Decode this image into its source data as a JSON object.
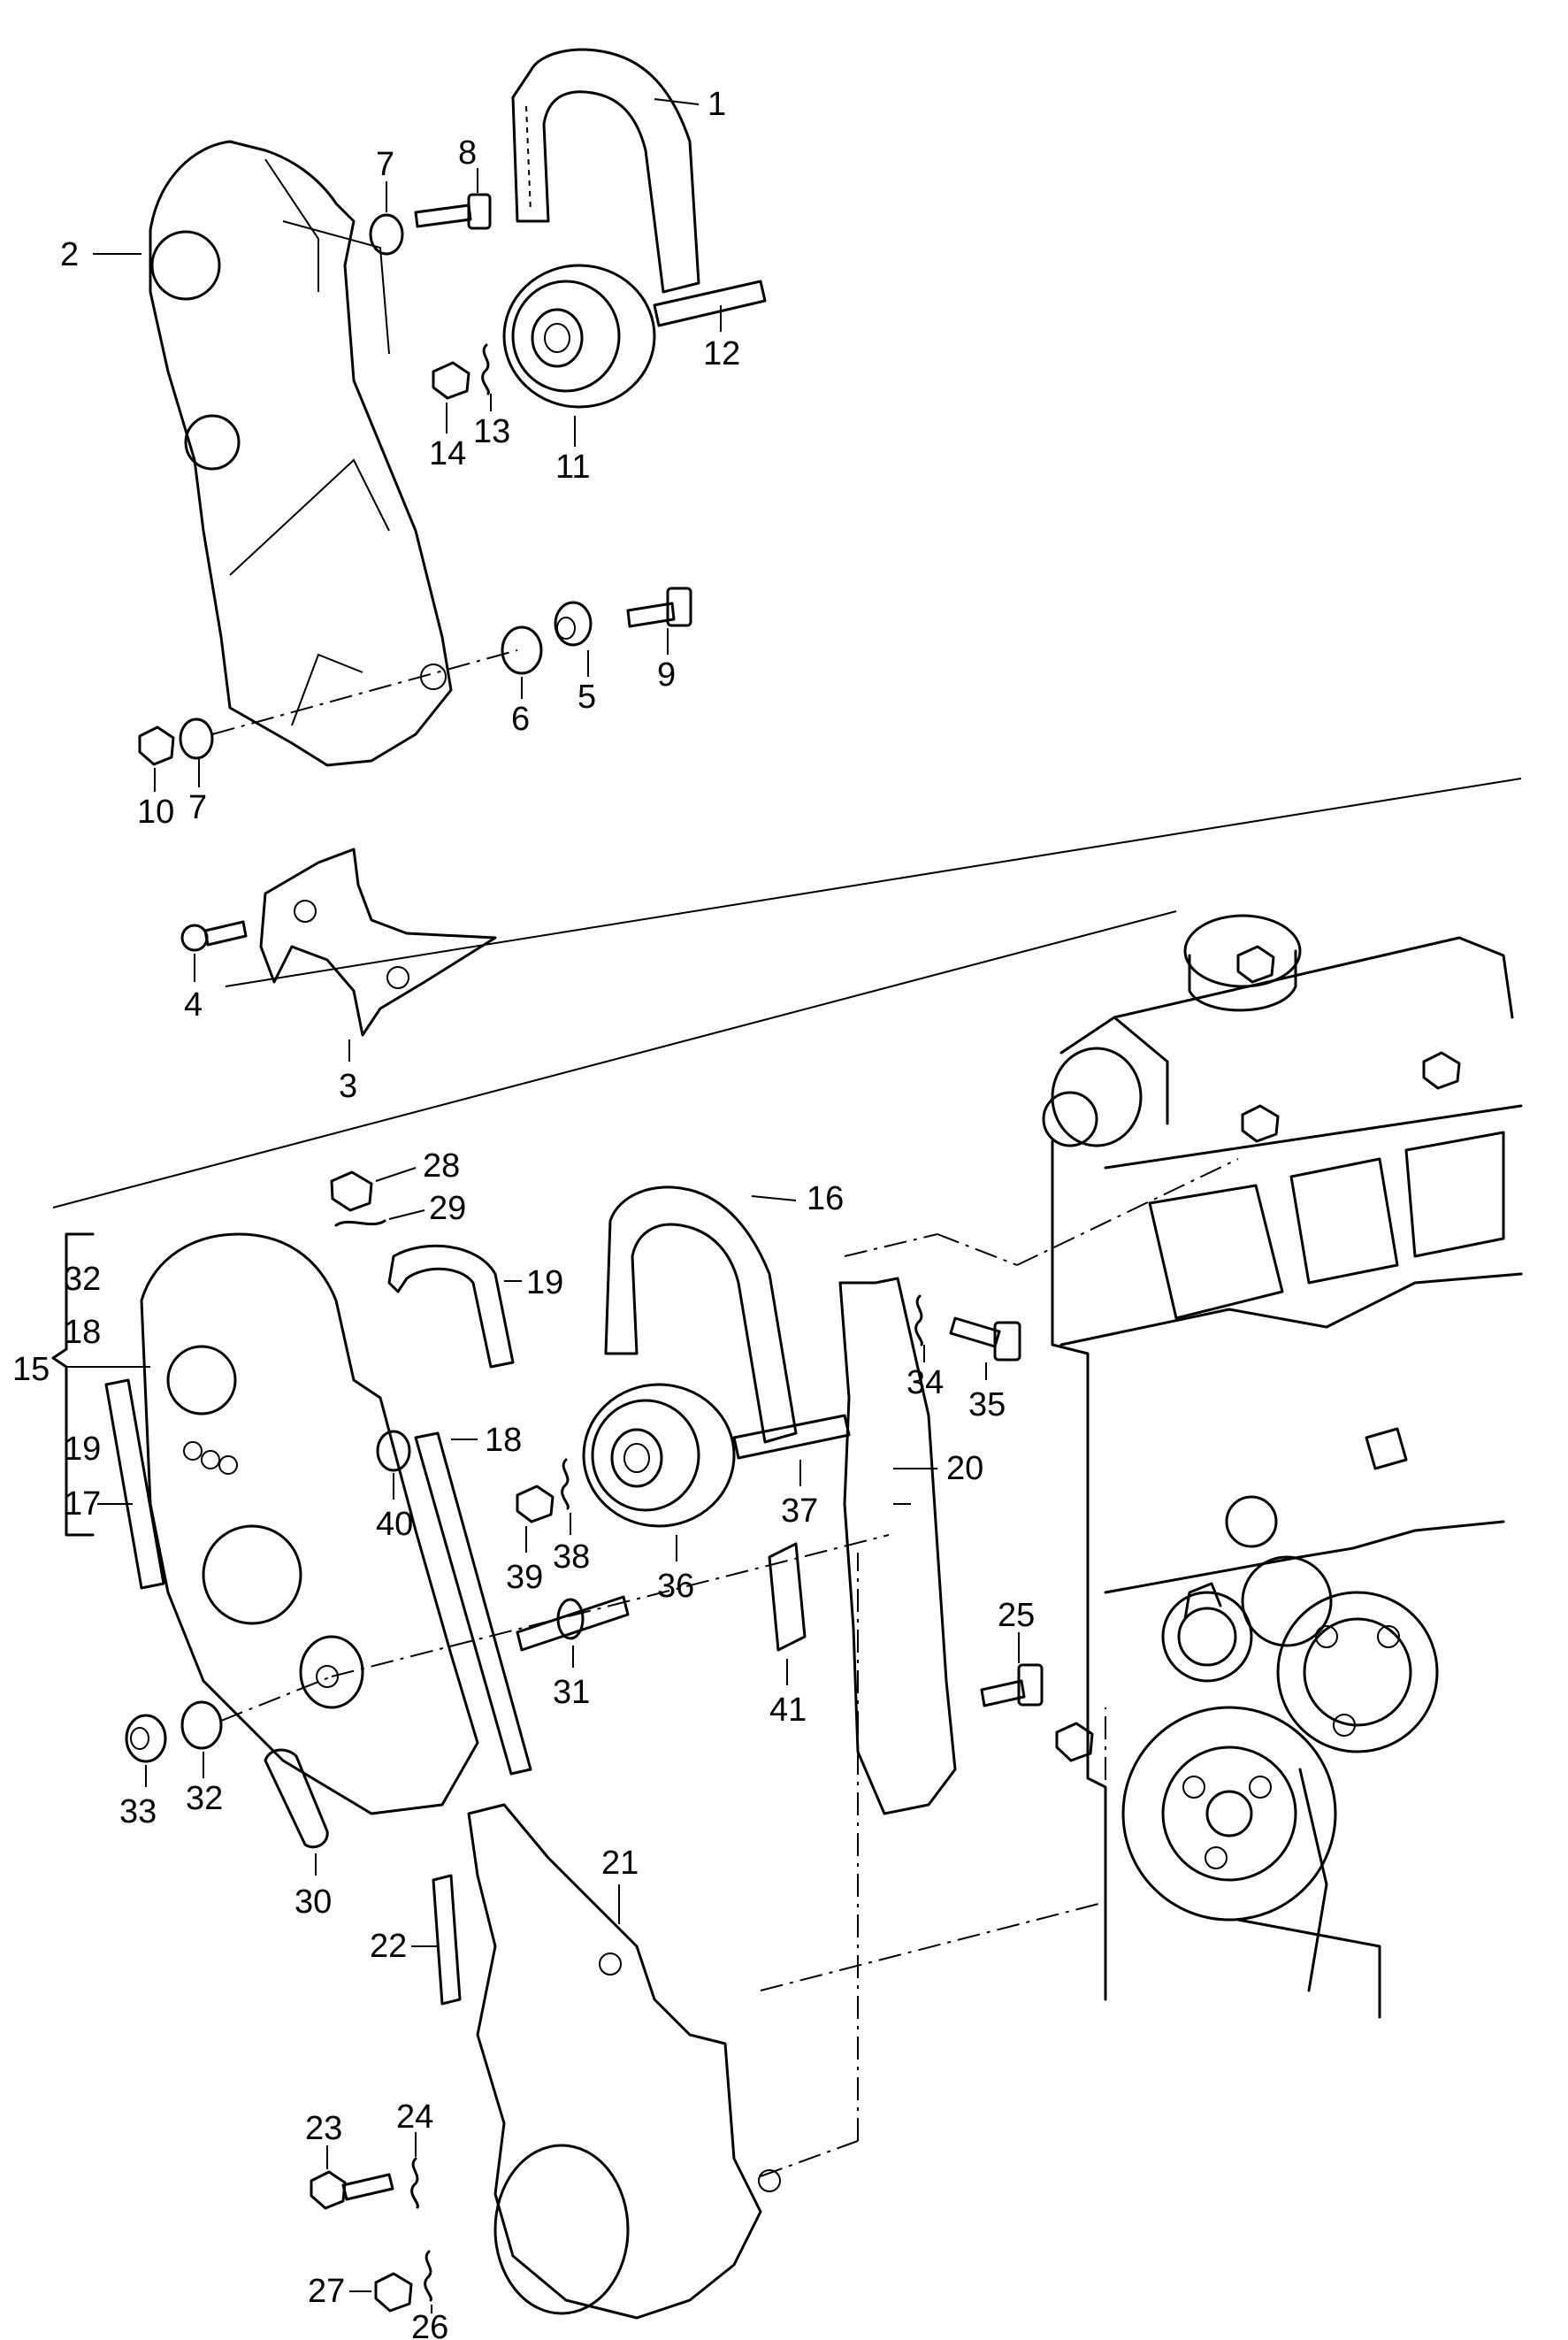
{
  "labels": {
    "l1": "1",
    "l2": "2",
    "l3": "3",
    "l4": "4",
    "l5": "5",
    "l6": "6",
    "l7a": "7",
    "l7b": "7",
    "l8": "8",
    "l9": "9",
    "l10": "10",
    "l11": "11",
    "l12": "12",
    "l13": "13",
    "l14": "14",
    "l15": "15",
    "l16": "16",
    "l17": "17",
    "l18a": "18",
    "l18b": "18",
    "l19a": "19",
    "l19b": "19",
    "l20": "20",
    "l21": "21",
    "l22": "22",
    "l23": "23",
    "l24": "24",
    "l25": "25",
    "l26": "26",
    "l27": "27",
    "l28": "28",
    "l29": "29",
    "l30": "30",
    "l31": "31",
    "l32a": "32",
    "l32b": "32",
    "l33": "33",
    "l34": "34",
    "l35": "35",
    "l36": "36",
    "l37": "37",
    "l38": "38",
    "l39": "39",
    "l40": "40",
    "l41": "41"
  }
}
